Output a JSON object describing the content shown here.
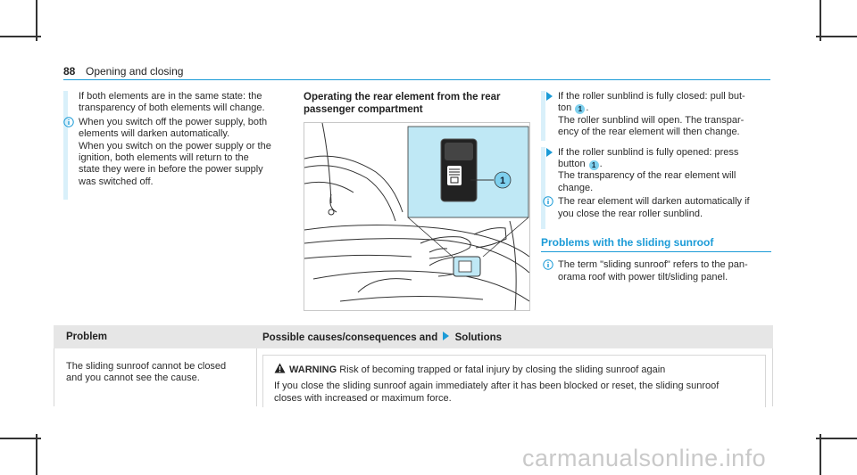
{
  "header": {
    "page_number": "88",
    "title": "Opening and closing"
  },
  "left_note": {
    "text_line1": "If both elements are in the same state: the",
    "text_line2": "transparency of both elements will change.",
    "info_line1": "When you switch off the power supply, both",
    "info_line2": "elements will darken automatically.",
    "info_line3": "When you switch on the power supply or the",
    "info_line4": "ignition, both elements will return to the",
    "info_line5": "state they were in before the power supply",
    "info_line6": "was switched off."
  },
  "middle": {
    "heading_line1": "Operating the rear element from the rear",
    "heading_line2": "passenger compartment",
    "figure_callout": "1"
  },
  "right": {
    "step1_line1": "If the roller sunblind is fully closed: pull but-",
    "step1_line2_pre": "ton",
    "step1_callout": "1",
    "step1_line2_post": ".",
    "step1_line3": "The roller sunblind will open. The transpar-",
    "step1_line4": "ency of the rear element will then change.",
    "step2_line1": "If the roller sunblind is fully opened: press",
    "step2_line2_pre": "button",
    "step2_callout": "1",
    "step2_line2_post": ".",
    "step2_line3": "The transparency of the rear element will",
    "step2_line4": "change.",
    "info_line1": "The rear element will darken automatically if",
    "info_line2": "you close the rear roller sunblind.",
    "problems_heading": "Problems with the sliding sunroof",
    "problems_info_line1": "The term \"sliding sunroof\" refers to the pan-",
    "problems_info_line2": "orama roof with power tilt/sliding panel."
  },
  "table": {
    "col1_header": "Problem",
    "col2_header_pre": "Possible causes/consequences and",
    "col2_header_post": "Solutions",
    "problem_line1": "The sliding sunroof cannot be closed",
    "problem_line2": "and you cannot see the cause.",
    "warning_label": "WARNING",
    "warning_title": "Risk of becoming trapped or fatal injury by closing the sliding sunroof again",
    "warning_line1": "If you close the sliding sunroof again immediately after it has been blocked or reset, the sliding sunroof",
    "warning_line2": "closes with increased or maximum force."
  },
  "watermark": "carmanualsonline.info",
  "colors": {
    "accent": "#1b9bd7",
    "note_bar": "#d9f0fa",
    "figure_highlight": "#bfe8f5",
    "table_header": "#e6e6e6"
  }
}
